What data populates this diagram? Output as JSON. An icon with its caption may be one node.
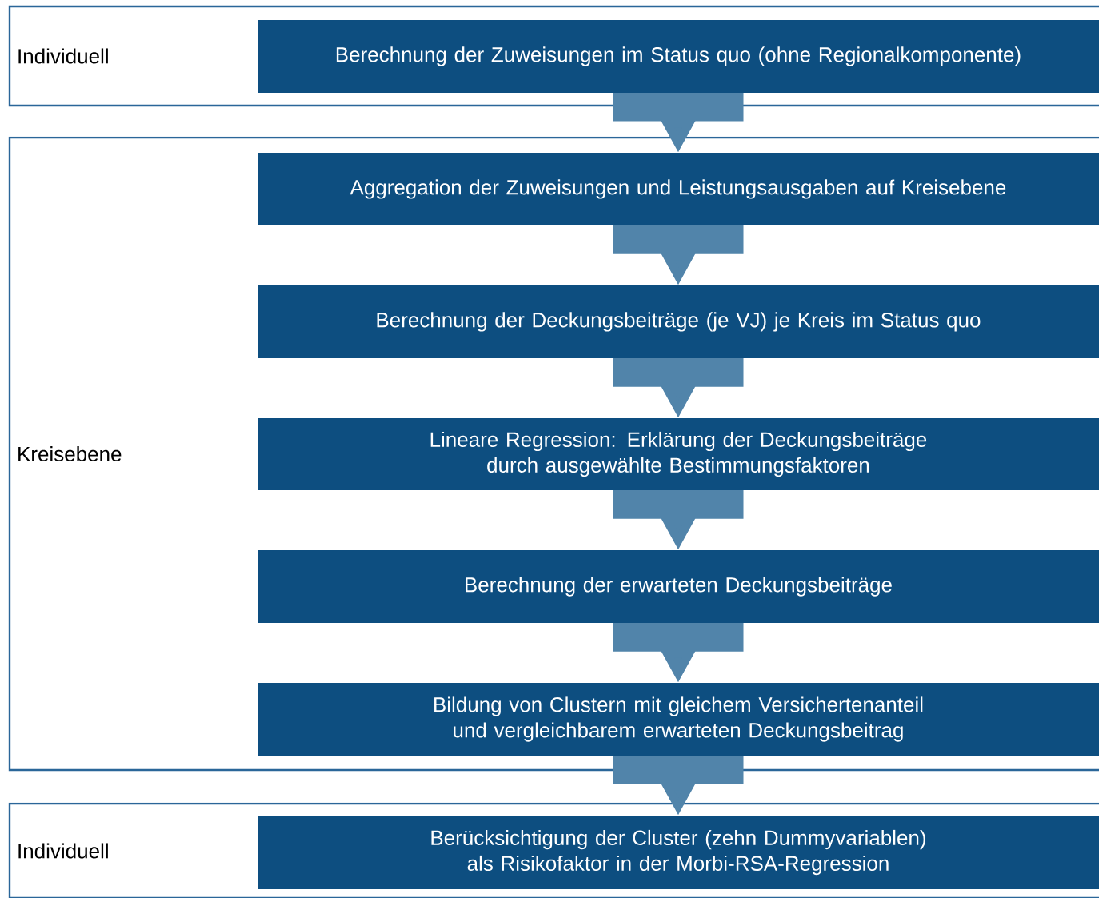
{
  "diagram": {
    "nodes": [
      {
        "text": [
          "Individuell"
        ]
      },
      {
        "text": [
          "Berechnung der Zuweisungen im Status quo (ohne Regionalkomponente)"
        ],
        "in": 0
      },
      {
        "text": [
          "Kreisebene"
        ]
      },
      {
        "text": [
          "Aggregation der Zuweisungen und Leistungsausgaben auf Kreisebene"
        ],
        "in": 2
      },
      {
        "text": [
          "Berechnung der Deckungsbeiträge (je VJ) je Kreis im Status quo"
        ],
        "in": 2
      },
      {
        "text": [
          "Lineare Regression: Erklärung der Deckungsbeiträge durch ausgewählte Bestimmungsfaktoren"
        ],
        "in": 2
      },
      {
        "text": [
          "Berechnung der erwarteten Deckungsbeiträge"
        ],
        "in": 2
      },
      {
        "text": [
          "Bildung von Clustern mit gleichem Versichertenanteil und vergleichbarem erwarteten Deckungsbeitrag"
        ],
        "in": 2
      },
      {
        "text": [
          "Individuell"
        ]
      },
      {
        "text": [
          "Berücksichtigung der Cluster (zehn Dummyvariablen) als Risikofaktor in der Morbi-RSA-Regression"
        ],
        "in": 8
      }
    ],
    "edges": [
      {
        "from": 1,
        "to": 3,
        "arrow": "to"
      },
      {
        "from": 3,
        "to": 4,
        "arrow": "to"
      },
      {
        "from": 4,
        "to": 5,
        "arrow": "to"
      },
      {
        "from": 5,
        "to": 6,
        "arrow": "to"
      },
      {
        "from": 6,
        "to": 7,
        "arrow": "to"
      },
      {
        "from": 7,
        "to": 9,
        "arrow": "to"
      }
    ]
  }
}
